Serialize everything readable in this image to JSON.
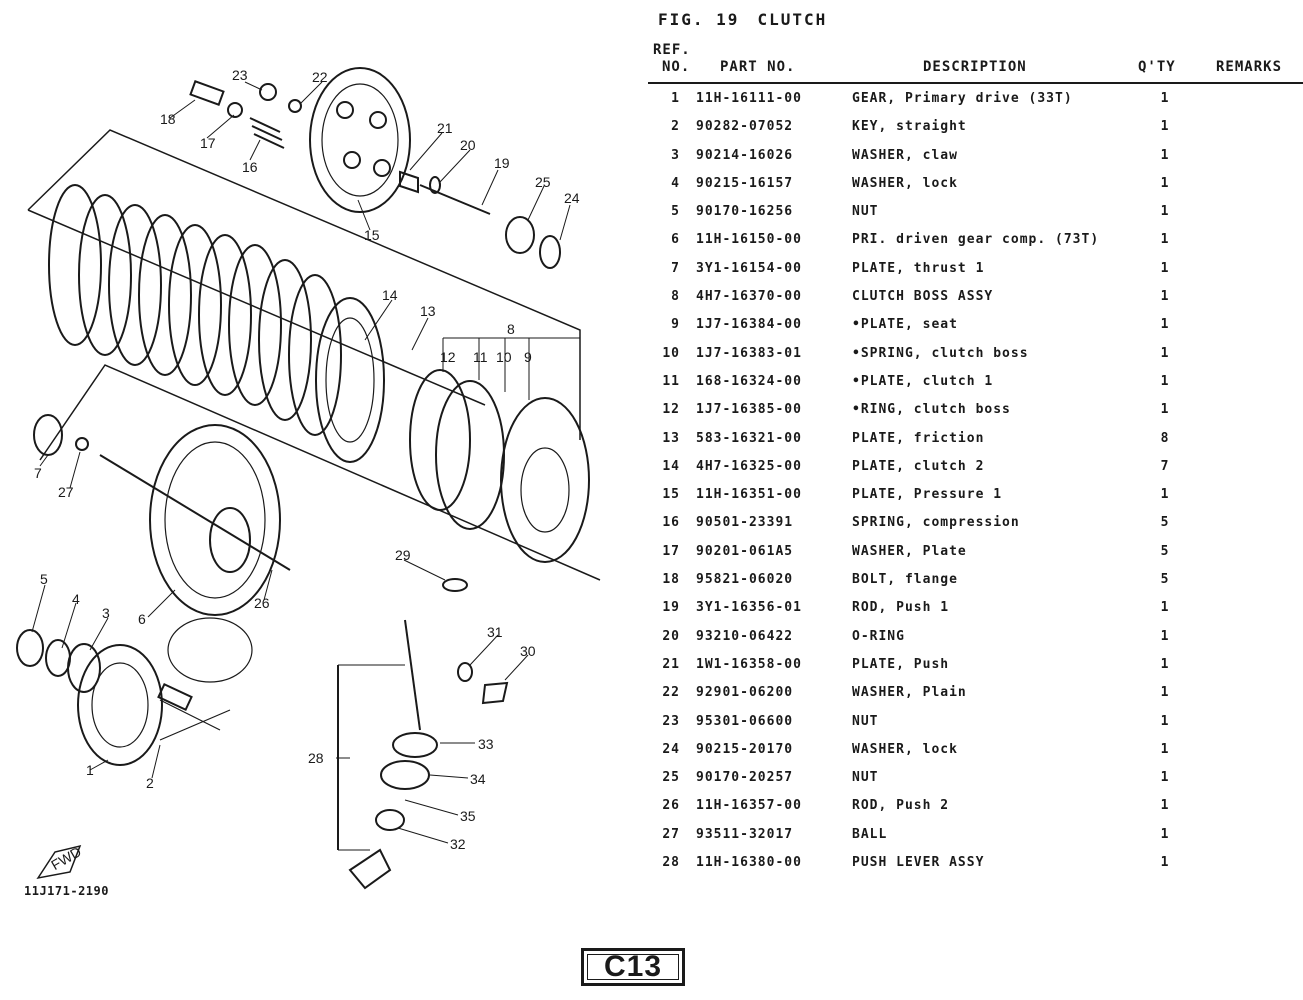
{
  "figure": {
    "number": "FIG. 19",
    "title": "CLUTCH"
  },
  "diagram": {
    "code": "11J171-2190",
    "callouts": [
      "1",
      "2",
      "3",
      "4",
      "5",
      "6",
      "7",
      "8",
      "9",
      "10",
      "11",
      "12",
      "13",
      "14",
      "15",
      "16",
      "17",
      "18",
      "19",
      "20",
      "21",
      "22",
      "23",
      "24",
      "25",
      "26",
      "27",
      "28",
      "29",
      "30",
      "31",
      "32",
      "33",
      "34",
      "35"
    ],
    "fwd_label": "FWD"
  },
  "table": {
    "headers": {
      "ref_line1": "REF.",
      "ref_line2": "NO.",
      "part_no": "PART NO.",
      "description": "DESCRIPTION",
      "qty": "Q'TY",
      "remarks": "REMARKS"
    },
    "rows": [
      {
        "ref": "1",
        "part_no": "11H-16111-00",
        "description": "GEAR, Primary drive (33T)",
        "qty": "1"
      },
      {
        "ref": "2",
        "part_no": "90282-07052",
        "description": "KEY, straight",
        "qty": "1"
      },
      {
        "ref": "3",
        "part_no": "90214-16026",
        "description": "WASHER, claw",
        "qty": "1"
      },
      {
        "ref": "4",
        "part_no": "90215-16157",
        "description": "WASHER, lock",
        "qty": "1"
      },
      {
        "ref": "5",
        "part_no": "90170-16256",
        "description": "NUT",
        "qty": "1"
      },
      {
        "ref": "6",
        "part_no": "11H-16150-00",
        "description": "PRI. driven gear comp. (73T)",
        "qty": "1"
      },
      {
        "ref": "7",
        "part_no": "3Y1-16154-00",
        "description": "PLATE, thrust 1",
        "qty": "1"
      },
      {
        "ref": "8",
        "part_no": "4H7-16370-00",
        "description": "CLUTCH BOSS ASSY",
        "qty": "1"
      },
      {
        "ref": "9",
        "part_no": "1J7-16384-00",
        "description": "•PLATE, seat",
        "qty": "1"
      },
      {
        "ref": "10",
        "part_no": "1J7-16383-01",
        "description": "•SPRING, clutch boss",
        "qty": "1"
      },
      {
        "ref": "11",
        "part_no": "168-16324-00",
        "description": "•PLATE, clutch 1",
        "qty": "1"
      },
      {
        "ref": "12",
        "part_no": "1J7-16385-00",
        "description": "•RING, clutch boss",
        "qty": "1"
      },
      {
        "ref": "13",
        "part_no": "583-16321-00",
        "description": "PLATE, friction",
        "qty": "8"
      },
      {
        "ref": "14",
        "part_no": "4H7-16325-00",
        "description": "PLATE, clutch 2",
        "qty": "7"
      },
      {
        "ref": "15",
        "part_no": "11H-16351-00",
        "description": "PLATE, Pressure 1",
        "qty": "1"
      },
      {
        "ref": "16",
        "part_no": "90501-23391",
        "description": "SPRING, compression",
        "qty": "5"
      },
      {
        "ref": "17",
        "part_no": "90201-061A5",
        "description": "WASHER, Plate",
        "qty": "5"
      },
      {
        "ref": "18",
        "part_no": "95821-06020",
        "description": "BOLT, flange",
        "qty": "5"
      },
      {
        "ref": "19",
        "part_no": "3Y1-16356-01",
        "description": "ROD, Push 1",
        "qty": "1"
      },
      {
        "ref": "20",
        "part_no": "93210-06422",
        "description": "O-RING",
        "qty": "1"
      },
      {
        "ref": "21",
        "part_no": "1W1-16358-00",
        "description": "PLATE, Push",
        "qty": "1"
      },
      {
        "ref": "22",
        "part_no": "92901-06200",
        "description": "WASHER, Plain",
        "qty": "1"
      },
      {
        "ref": "23",
        "part_no": "95301-06600",
        "description": "NUT",
        "qty": "1"
      },
      {
        "ref": "24",
        "part_no": "90215-20170",
        "description": "WASHER, lock",
        "qty": "1"
      },
      {
        "ref": "25",
        "part_no": "90170-20257",
        "description": "NUT",
        "qty": "1"
      },
      {
        "ref": "26",
        "part_no": "11H-16357-00",
        "description": "ROD, Push 2",
        "qty": "1"
      },
      {
        "ref": "27",
        "part_no": "93511-32017",
        "description": "BALL",
        "qty": "1"
      },
      {
        "ref": "28",
        "part_no": "11H-16380-00",
        "description": "PUSH LEVER ASSY",
        "qty": "1"
      }
    ]
  },
  "page_label": "C13"
}
